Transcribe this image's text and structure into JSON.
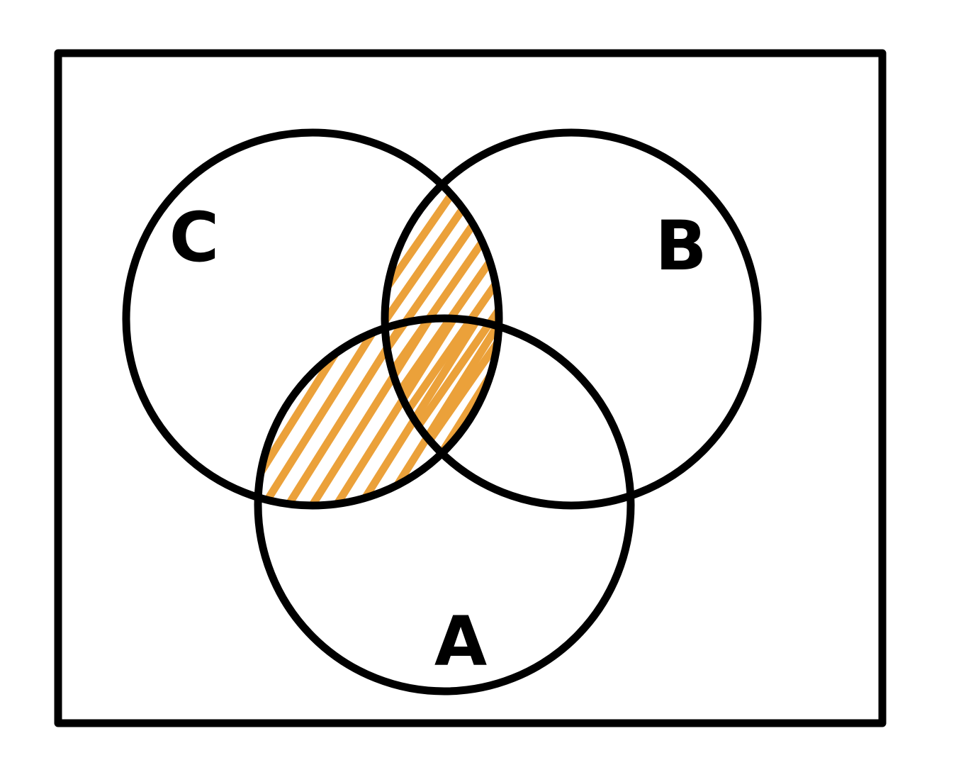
{
  "diagram": {
    "type": "venn",
    "shading_color": "#eba13a",
    "line_color": "#000000",
    "sets": [
      {
        "id": "C",
        "label": "C"
      },
      {
        "id": "B",
        "label": "B"
      },
      {
        "id": "A",
        "label": "A"
      }
    ],
    "shaded_regions": [
      "B ∩ C",
      "A ∩ C"
    ]
  }
}
